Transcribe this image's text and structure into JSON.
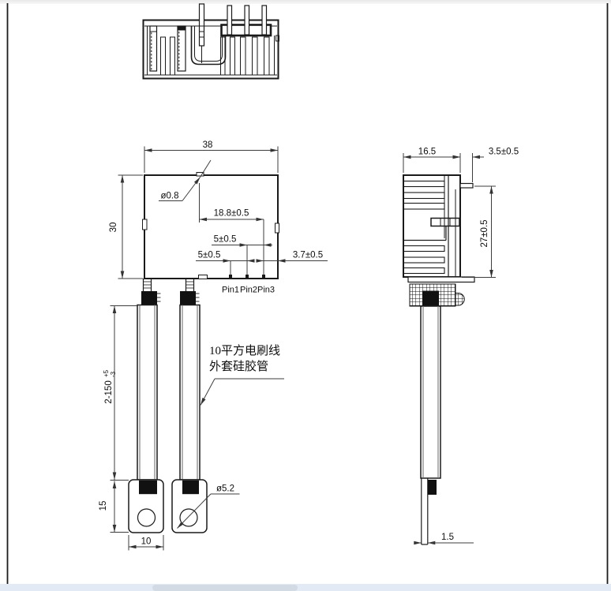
{
  "drawing": {
    "front_view": {
      "dim_width": "38",
      "dim_height": "30",
      "hole_callout": "ø0.8",
      "dim_pin3_offset": "18.8±0.5",
      "dim_pitch_pin2_pin3": "5±0.5",
      "dim_pitch_pin1_pin2": "5±0.5",
      "dim_pin3_to_edge": "3.7±0.5",
      "pin_labels": [
        "Pin1",
        "Pin2",
        "Pin3"
      ]
    },
    "side_view": {
      "dim_width": "16.5",
      "dim_pin_protrusion": "3.5±0.5",
      "dim_height": "27±0.5",
      "dim_terminal_thickness": "1.5"
    },
    "wire": {
      "dim_length_main": "2-150",
      "dim_length_tol_plus": "+5",
      "dim_length_tol_minus": "-3",
      "dim_terminal_height": "15",
      "dim_terminal_width": "10",
      "hole_callout": "ø5.2",
      "note_line1": "10平方电刷线",
      "note_line2": "外套硅胶管"
    },
    "colors": {
      "line": "#1a1a1a",
      "dimension": "#3d3d3d",
      "sheet": "#ffffff",
      "scroll_track": "#e2ebf5",
      "scroll_thumb": "#d2dbe4"
    }
  }
}
